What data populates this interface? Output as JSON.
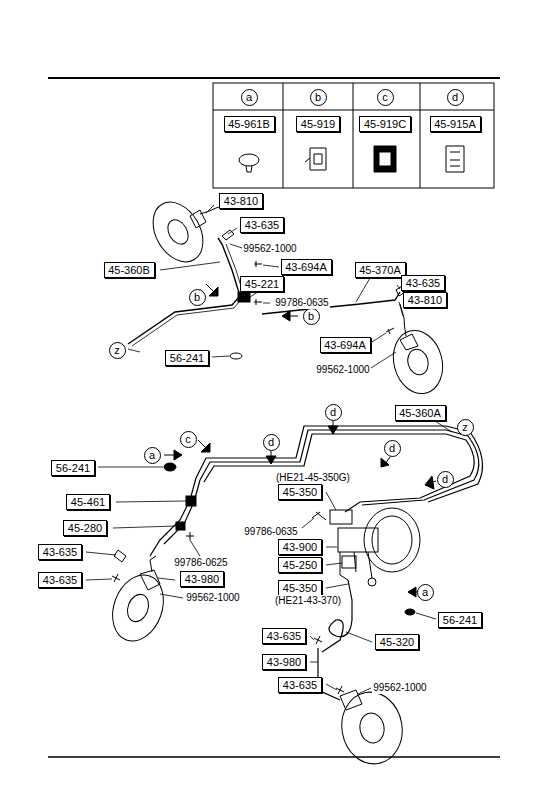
{
  "diagram": {
    "nodes": [
      {
        "text": [
          "a"
        ]
      },
      {
        "text": [
          "b"
        ]
      },
      {
        "text": [
          "c"
        ]
      },
      {
        "text": [
          "d"
        ]
      },
      {
        "text": [
          "45-961B"
        ]
      },
      {
        "text": [
          "45-919"
        ]
      },
      {
        "text": [
          "45-919C"
        ]
      },
      {
        "text": [
          "45-915A"
        ]
      },
      {
        "text": [
          "43-810"
        ]
      },
      {
        "text": [
          "43-635"
        ]
      },
      {
        "text": [
          "45-360B"
        ]
      },
      {
        "text": [
          "43-694A"
        ]
      },
      {
        "text": [
          "45-370A"
        ]
      },
      {
        "text": [
          "45-221"
        ]
      },
      {
        "text": [
          "43-635"
        ]
      },
      {
        "text": [
          "43-810"
        ]
      },
      {
        "text": [
          "b"
        ]
      },
      {
        "text": [
          "b"
        ]
      },
      {
        "text": [
          "z"
        ]
      },
      {
        "text": [
          "43-694A"
        ]
      },
      {
        "text": [
          "56-241"
        ]
      },
      {
        "text": [
          "45-360A"
        ]
      },
      {
        "text": [
          "d"
        ]
      },
      {
        "text": [
          "c"
        ]
      },
      {
        "text": [
          "d"
        ]
      },
      {
        "text": [
          "d"
        ]
      },
      {
        "text": [
          "z"
        ]
      },
      {
        "text": [
          "a"
        ]
      },
      {
        "text": [
          "56-241"
        ]
      },
      {
        "text": [
          "d"
        ]
      },
      {
        "text": [
          "45-350"
        ]
      },
      {
        "text": [
          "45-461"
        ]
      },
      {
        "text": [
          "45-280"
        ]
      },
      {
        "text": [
          "43-900"
        ]
      },
      {
        "text": [
          "43-635"
        ]
      },
      {
        "text": [
          "45-250"
        ]
      },
      {
        "text": [
          "43-980"
        ]
      },
      {
        "text": [
          "43-635"
        ]
      },
      {
        "text": [
          "45-350"
        ]
      },
      {
        "text": [
          "a"
        ]
      },
      {
        "text": [
          "56-241"
        ]
      },
      {
        "text": [
          "43-635"
        ]
      },
      {
        "text": [
          "45-320"
        ]
      },
      {
        "text": [
          "43-980"
        ]
      },
      {
        "text": [
          "43-635"
        ]
      }
    ],
    "labels": [
      "99562-1000",
      "99786-0635",
      "99562-1000",
      "(HE21-45-350G)",
      "99786-0635",
      "99786-0625",
      "99562-1000",
      "(HE21-43-370)",
      "99562-1000"
    ]
  }
}
